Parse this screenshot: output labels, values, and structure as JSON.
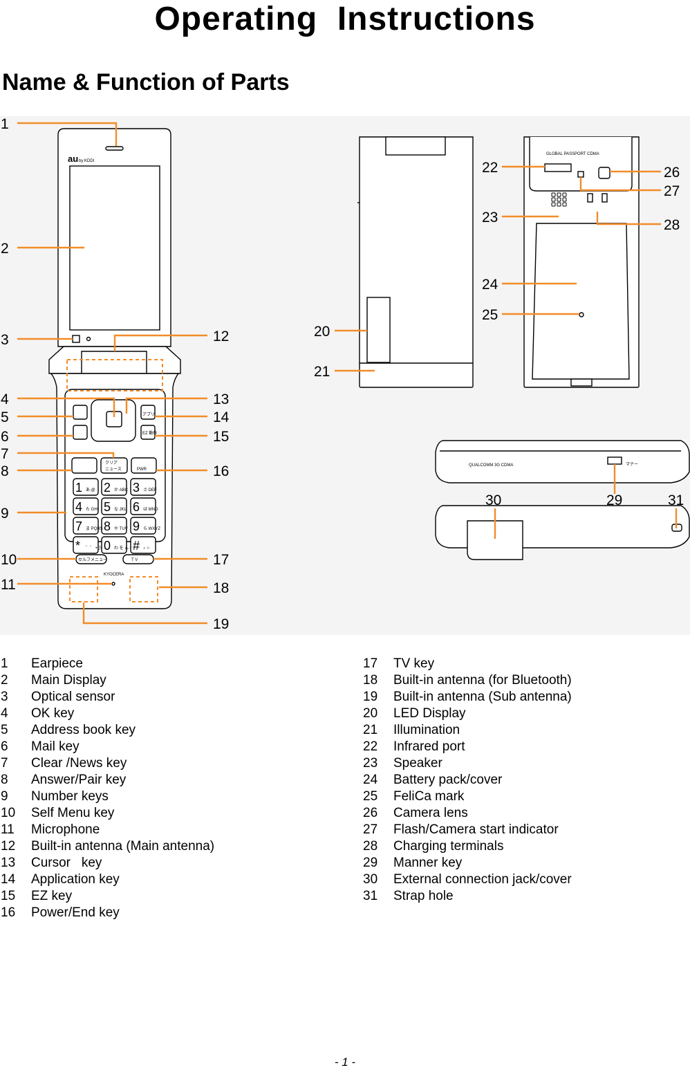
{
  "page": {
    "title": "Operating  Instructions",
    "section_title": "Name & Function of Parts",
    "page_number": "- 1 -"
  },
  "figure": {
    "callout_numbers": [
      "1",
      "2",
      "3",
      "4",
      "5",
      "6",
      "7",
      "8",
      "9",
      "10",
      "11",
      "12",
      "13",
      "14",
      "15",
      "16",
      "17",
      "18",
      "19",
      "20",
      "21",
      "22",
      "23",
      "24",
      "25",
      "26",
      "27",
      "28",
      "29",
      "30",
      "31"
    ],
    "phone_texts": {
      "brand": "au",
      "brand_small": "by KDDI",
      "keys": [
        "1",
        "2",
        "3",
        "4",
        "5",
        "6",
        "7",
        "8",
        "9",
        "*",
        "0",
        "#"
      ],
      "key_sub": [
        "あ.@",
        "か ABC",
        "さ DEF",
        "た GHI",
        "な JKL",
        "は MNO",
        "ま PQRS",
        "や TUV",
        "ら WXYZ",
        "゛゜ +小",
        "わ を ん・",
        "♪ ☆"
      ],
      "clear_label": "クリア",
      "news_label": "ニュース",
      "pwr_label": "PWR",
      "app_label": "アプリ",
      "ez_label": "EZ 動作",
      "self_menu_label": "セルフメニュー",
      "tv_label": "T V",
      "maker": "KYOCERA",
      "back_label": "GLOBAL PASSPORT  CDMA",
      "side_label": "QUALCOMM 3G CDMA",
      "manner_label": "マナー"
    },
    "accent_color": "#f28c28"
  },
  "parts_left": [
    {
      "no": "1",
      "name": "Earpiece"
    },
    {
      "no": "2",
      "name": "Main Display"
    },
    {
      "no": "3",
      "name": "Optical sensor"
    },
    {
      "no": "4",
      "name": "OK key"
    },
    {
      "no": "5",
      "name": "Address book key"
    },
    {
      "no": "6",
      "name": "Mail key"
    },
    {
      "no": "7",
      "name": "Clear /News key"
    },
    {
      "no": "8",
      "name": "Answer/Pair key"
    },
    {
      "no": "9",
      "name": "Number keys"
    },
    {
      "no": "10",
      "name": "Self Menu key"
    },
    {
      "no": "11",
      "name": "Microphone"
    },
    {
      "no": "12",
      "name": "Built-in antenna (Main antenna)"
    },
    {
      "no": "13",
      "name": "Cursor   key"
    },
    {
      "no": "14",
      "name": "Application key"
    },
    {
      "no": "15",
      "name": "EZ key"
    },
    {
      "no": "16",
      "name": "Power/End key"
    }
  ],
  "parts_right": [
    {
      "no": "17",
      "name": "TV key"
    },
    {
      "no": "18",
      "name": "Built-in antenna (for Bluetooth)"
    },
    {
      "no": "19",
      "name": "Built-in antenna (Sub antenna)"
    },
    {
      "no": "20",
      "name": "LED Display"
    },
    {
      "no": "21",
      "name": "Illumination"
    },
    {
      "no": "22",
      "name": "Infrared port"
    },
    {
      "no": "23",
      "name": "Speaker"
    },
    {
      "no": "24",
      "name": "Battery pack/cover"
    },
    {
      "no": "25",
      "name": "FeliCa mark"
    },
    {
      "no": "26",
      "name": "Camera lens"
    },
    {
      "no": "27",
      "name": "Flash/Camera start indicator"
    },
    {
      "no": "28",
      "name": "Charging terminals"
    },
    {
      "no": "29",
      "name": "Manner key"
    },
    {
      "no": "30",
      "name": "External connection jack/cover"
    },
    {
      "no": "31",
      "name": "Strap hole"
    }
  ]
}
